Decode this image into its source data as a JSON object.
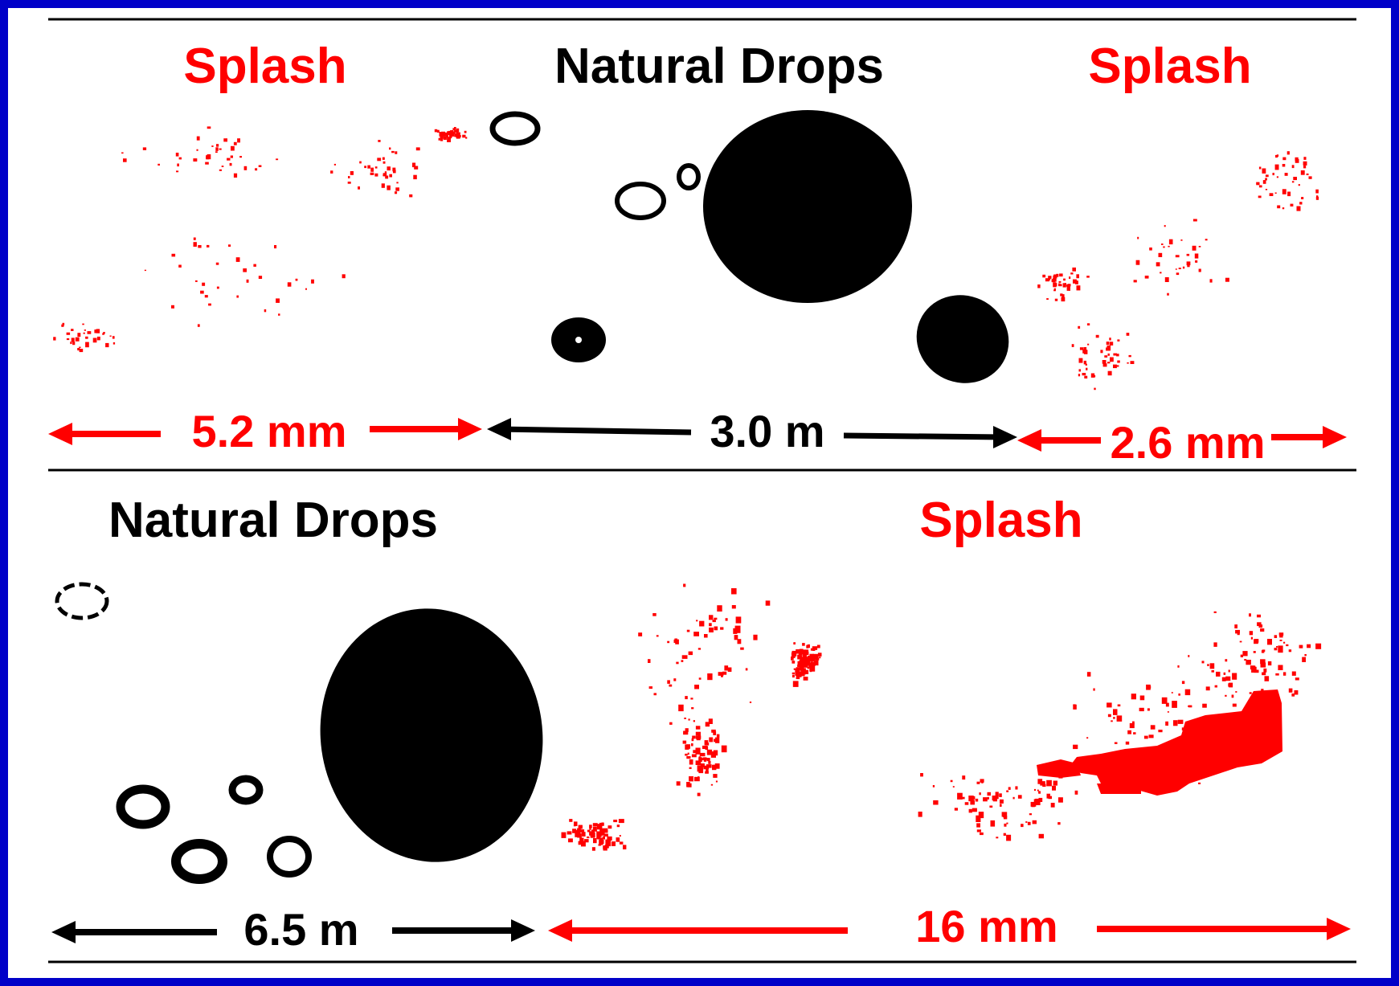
{
  "colors": {
    "border": "#0000c8",
    "background": "#ffffff",
    "splash": "#ff0000",
    "natural": "#000000"
  },
  "top_panel": {
    "left": {
      "title": "Splash",
      "scale": "5.2 mm",
      "kind": "splash"
    },
    "center": {
      "title": "Natural Drops",
      "scale": "3.0 m",
      "kind": "natural"
    },
    "right": {
      "title": "Splash",
      "scale": "2.6 mm",
      "kind": "splash"
    }
  },
  "bottom_panel": {
    "left": {
      "title": "Natural Drops",
      "scale": "6.5 m",
      "kind": "natural"
    },
    "right": {
      "title": "Splash",
      "scale": "16 mm",
      "kind": "splash"
    }
  }
}
